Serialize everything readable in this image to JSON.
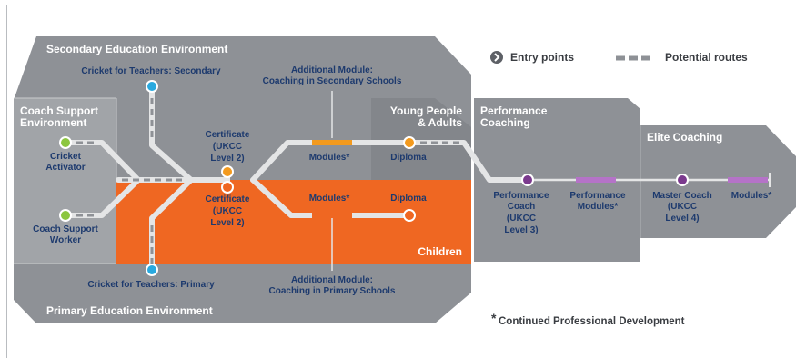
{
  "legend": {
    "entry_points": "Entry points",
    "potential_routes": "Potential routes"
  },
  "environments": {
    "secondary": "Secondary Education Environment",
    "primary": "Primary Education Environment",
    "coach_support": [
      "Coach Support",
      "Environment"
    ],
    "young_people": [
      "Young People",
      "& Adults"
    ],
    "children": "Children",
    "performance": [
      "Performance",
      "Coaching"
    ],
    "elite": "Elite Coaching"
  },
  "entry_points": {
    "teachers_secondary": "Cricket for Teachers: Secondary",
    "teachers_primary": "Cricket for Teachers: Primary",
    "cricket_activator": [
      "Cricket",
      "Activator"
    ],
    "coach_support_worker": [
      "Coach Support",
      "Worker"
    ]
  },
  "stations": {
    "certificate_yp": [
      "Certificate",
      "(UKCC",
      "Level 2)"
    ],
    "certificate_children": [
      "Certificate",
      "(UKCC",
      "Level 2)"
    ],
    "modules_yp": "Modules*",
    "diploma_yp": "Diploma",
    "modules_children": "Modules*",
    "diploma_children": "Diploma",
    "performance_coach": [
      "Performance",
      "Coach",
      "(UKCC",
      "Level 3)"
    ],
    "performance_modules": [
      "Performance",
      "Modules*"
    ],
    "master_coach": [
      "Master Coach",
      "(UKCC",
      "Level 4)"
    ],
    "elite_modules": "Modules*"
  },
  "annotations": {
    "additional_secondary": [
      "Additional Module:",
      "Coaching in Secondary Schools"
    ],
    "additional_primary": [
      "Additional Module:",
      "Coaching in Primary Schools"
    ]
  },
  "footnote": {
    "asterisk": "*",
    "text": "Continued Professional Development"
  },
  "colors": {
    "panel_gray": "#8e9196",
    "children_orange": "#ef6722",
    "track": "#e4e5e6",
    "label_navy": "#1d3a6e",
    "entry_green": "#8cc63f",
    "entry_blue": "#29a9df",
    "station_orange": "#f39a1e",
    "station_purple": "#7b3a8e",
    "white": "#ffffff"
  }
}
